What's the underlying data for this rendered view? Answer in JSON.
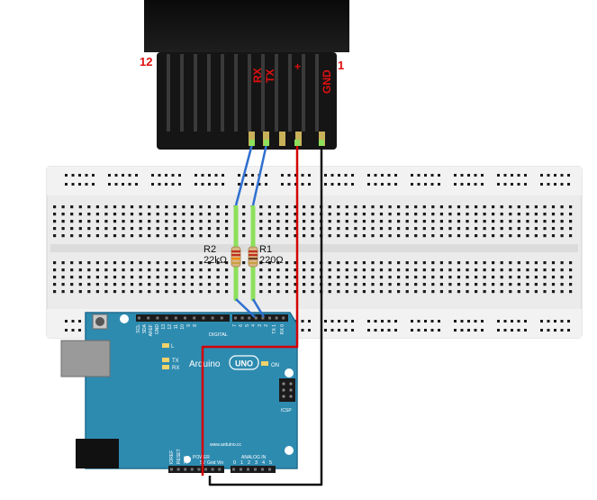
{
  "connector": {
    "pin_left_number": "12",
    "pin_right_number": "1",
    "labels": {
      "rx": "RX",
      "tx": "TX",
      "plus": "+",
      "gnd": "GND"
    }
  },
  "resistors": {
    "r2": {
      "name": "R2",
      "value": "22kΩ"
    },
    "r1": {
      "name": "R1",
      "value": "220Ω"
    }
  },
  "arduino": {
    "brand": "Arduino",
    "model": "UNO",
    "on_label": "ON",
    "url": "www.arduino.cc",
    "digital_label": "DIGITAL",
    "power_label": "POWER",
    "analog_label": "ANALOG IN",
    "icsp_label": "ICSP",
    "led_l": "L",
    "led_tx": "TX",
    "led_rx": "RX",
    "top_pin_labels": [
      "SCL",
      "SDA",
      "AREF",
      "GND",
      "13",
      "12",
      "11",
      "10",
      "9",
      "8",
      "7",
      "6",
      "5",
      "4",
      "3",
      "2",
      "TX 1",
      "RX 0"
    ],
    "power_pin_labels": [
      "IOREF",
      "RESET",
      "3V3",
      "5V",
      "Gnd",
      "Vin"
    ],
    "analog_pin_labels": [
      "0",
      "1",
      "2",
      "3",
      "4",
      "5"
    ]
  },
  "colors": {
    "wire_red": "#d40000",
    "wire_blue": "#2f6fd0",
    "wire_black": "#111111",
    "jumper_green": "#8de05a",
    "board_teal": "#2e8bb0",
    "breadboard": "#e9e9e9",
    "label_red": "#e01010"
  }
}
